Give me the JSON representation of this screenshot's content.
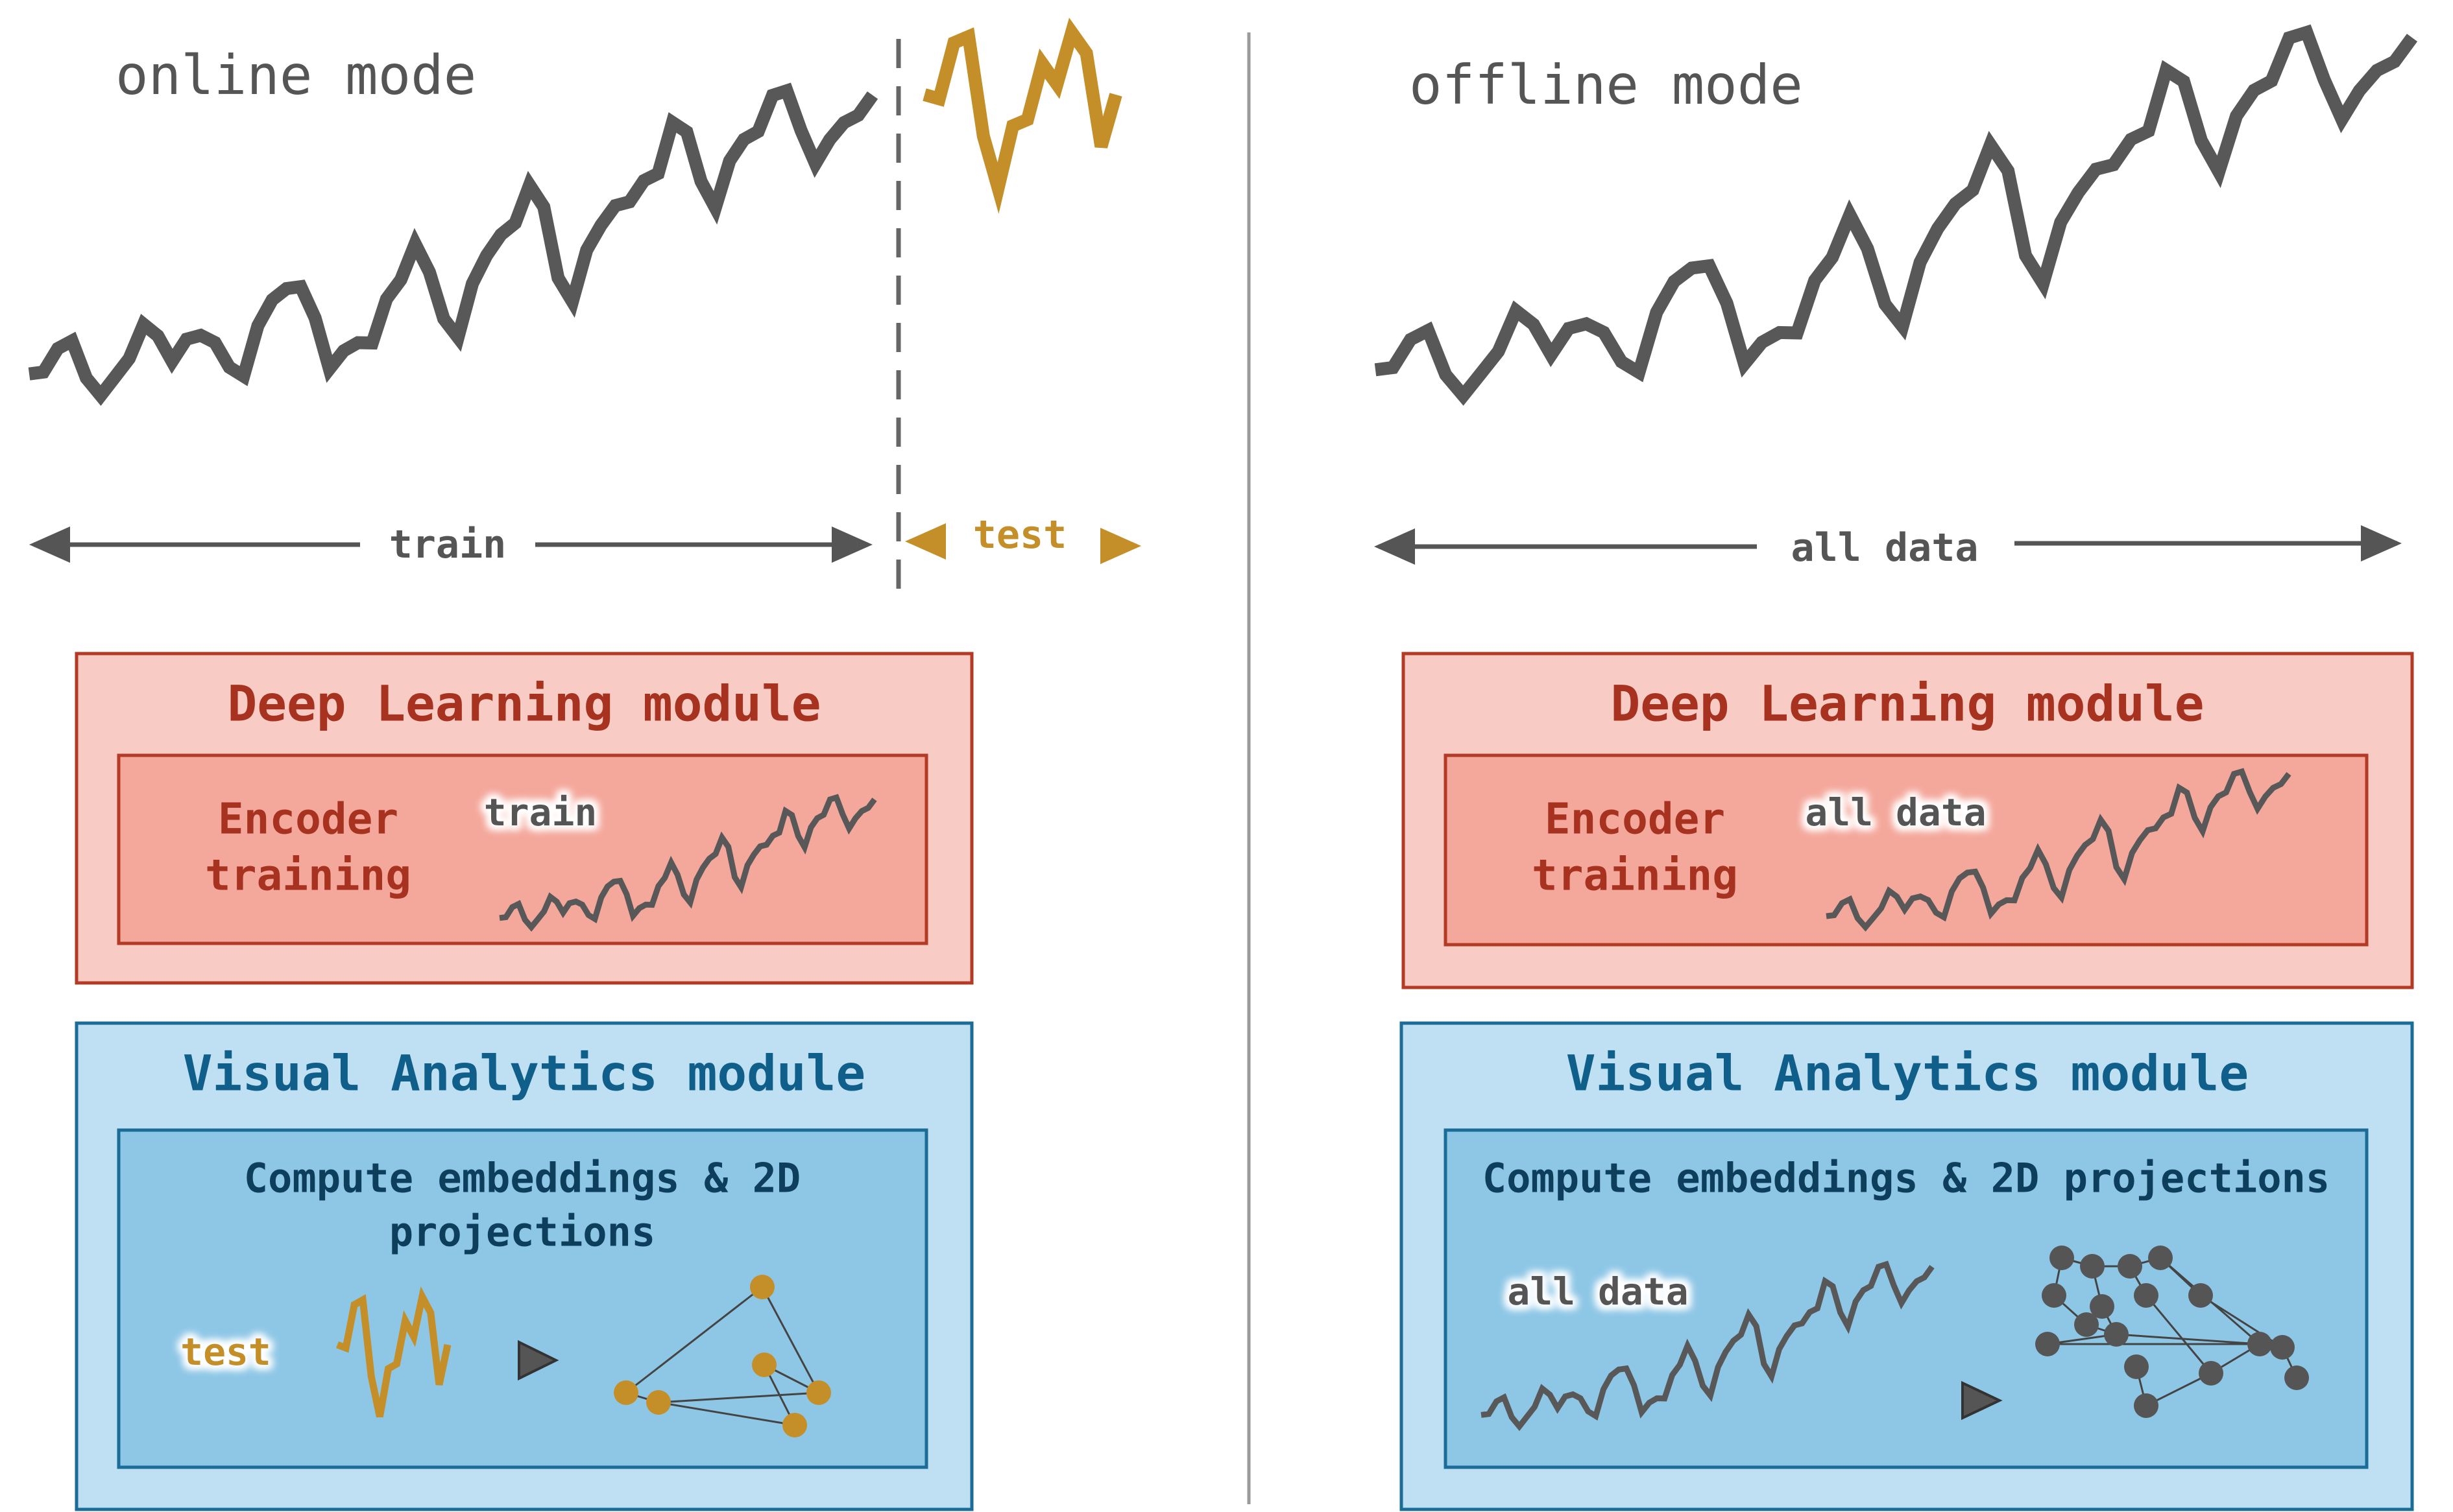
{
  "online": {
    "title": "online mode",
    "train_label": "train",
    "test_label": "test",
    "dl_module": {
      "title": "Deep Learning module",
      "inner_label_line1": "Encoder",
      "inner_label_line2": "training",
      "data_label": "train"
    },
    "va_module": {
      "title": "Visual Analytics module",
      "inner_title_line1": "Compute embeddings & 2D",
      "inner_title_line2": "projections",
      "data_label": "test"
    }
  },
  "offline": {
    "title": "offline mode",
    "all_data_label": "all data",
    "dl_module": {
      "title": "Deep Learning module",
      "inner_label_line1": "Encoder",
      "inner_label_line2": "training",
      "data_label": "all data"
    },
    "va_module": {
      "title": "Visual Analytics module",
      "inner_title": "Compute embeddings & 2D projections",
      "data_label": "all data"
    }
  },
  "colors": {
    "series_gray": "#585858",
    "test_gold": "#c48f28",
    "dl_title": "#a73220",
    "dl_outer_fill": "#f8cbc4",
    "dl_inner_fill": "#f4a89c",
    "dl_border": "#b33b26",
    "va_title": "#0f5f8a",
    "va_outer_fill": "#bfe0f2",
    "va_inner_fill": "#8ec7e6",
    "va_border": "#1b6c97",
    "va_inner_text": "#0d3f5c",
    "arrow_gray": "#555555",
    "divider": "#9a9a9a"
  },
  "icons": {
    "play": "play-arrow-icon",
    "graph": "network-graph-icon"
  }
}
